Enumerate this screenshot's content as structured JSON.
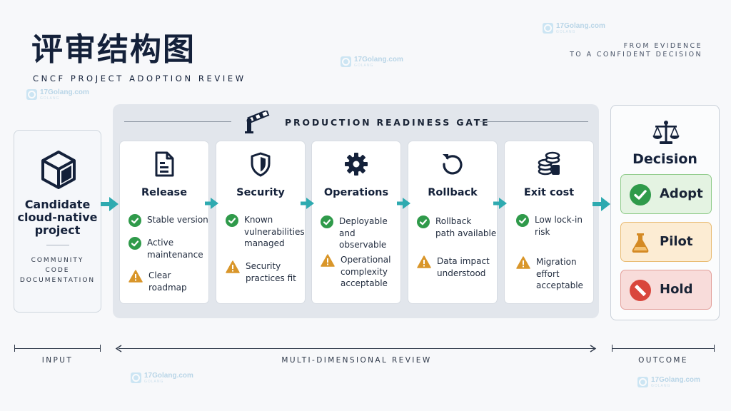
{
  "header": {
    "title": "评审结构图",
    "subtitle": "CNCF PROJECT ADOPTION REVIEW",
    "tagline_line1": "FROM EVIDENCE",
    "tagline_line2": "TO A CONFIDENT DECISION"
  },
  "watermark": {
    "text": "17Golang.com",
    "subtext": "GOLANG"
  },
  "input": {
    "title_lines": [
      "Candidate",
      "cloud-native",
      "project"
    ],
    "sources": [
      "COMMUNITY",
      "CODE",
      "DOCUMENTATION"
    ],
    "icon": "cube-icon"
  },
  "gate": {
    "title": "PRODUCTION READINESS GATE",
    "icon": "barrier-gate-icon"
  },
  "dimensions": [
    {
      "title": "Release",
      "icon": "document-icon",
      "criteria": [
        {
          "status": "pass",
          "lines": [
            "Stable version"
          ]
        },
        {
          "status": "pass",
          "lines": [
            "Active",
            "maintenance"
          ]
        },
        {
          "status": "warn",
          "lines": [
            "Clear roadmap"
          ]
        }
      ]
    },
    {
      "title": "Security",
      "icon": "shield-icon",
      "criteria": [
        {
          "status": "pass",
          "lines": [
            "Known",
            "vulnerabilities",
            "managed"
          ]
        },
        {
          "status": "warn",
          "lines": [
            "Security",
            "practices fit"
          ]
        }
      ]
    },
    {
      "title": "Operations",
      "icon": "gear-icon",
      "criteria": [
        {
          "status": "pass",
          "lines": [
            "Deployable",
            "and observable"
          ]
        },
        {
          "status": "warn",
          "lines": [
            "Operational",
            "complexity",
            "acceptable"
          ]
        }
      ]
    },
    {
      "title": "Rollback",
      "icon": "rollback-arrow-icon",
      "criteria": [
        {
          "status": "pass",
          "lines": [
            "Rollback",
            "path available"
          ]
        },
        {
          "status": "warn",
          "lines": [
            "Data impact",
            "understood"
          ]
        }
      ]
    },
    {
      "title": "Exit cost",
      "icon": "coins-icon",
      "criteria": [
        {
          "status": "pass",
          "lines": [
            "Low lock-in",
            "risk"
          ]
        },
        {
          "status": "warn",
          "lines": [
            "Migration",
            "effort",
            "acceptable"
          ]
        }
      ]
    }
  ],
  "decision": {
    "title": "Decision",
    "icon": "scale-icon",
    "options": [
      {
        "label": "Adopt",
        "icon": "check-circle-icon",
        "color": "#2f9a4a"
      },
      {
        "label": "Pilot",
        "icon": "flask-icon",
        "color": "#d48a24"
      },
      {
        "label": "Hold",
        "icon": "no-entry-icon",
        "color": "#d9463c"
      }
    ]
  },
  "colors": {
    "pass": "#2f9a4a",
    "warn": "#d9962a",
    "arrow": "#2eaab0",
    "navy": "#14213a"
  },
  "footer": {
    "input_label": "INPUT",
    "review_label": "MULTI-DIMENSIONAL REVIEW",
    "outcome_label": "OUTCOME"
  }
}
